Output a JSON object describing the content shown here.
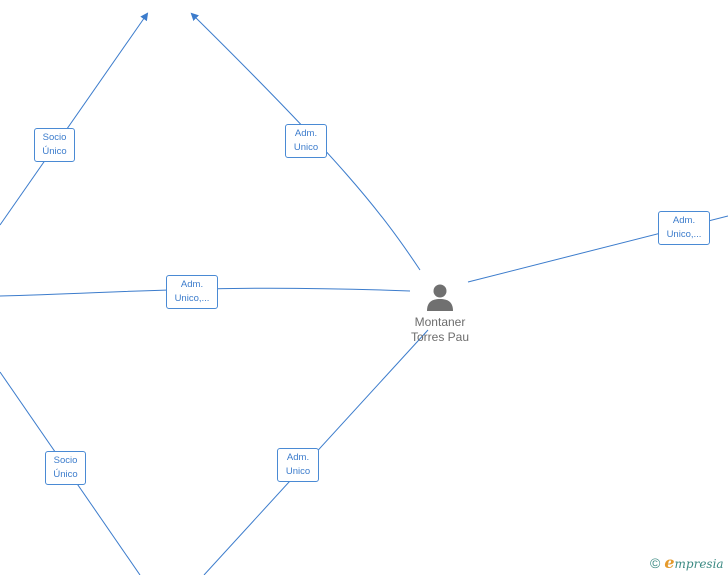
{
  "person": {
    "name_line1": "Montaner",
    "name_line2": "Torres Pau",
    "icon": "person-icon"
  },
  "relations": [
    {
      "line1": "Socio",
      "line2": "Único"
    },
    {
      "line1": "Adm.",
      "line2": "Unico"
    },
    {
      "line1": "Adm.",
      "line2": "Unico,..."
    },
    {
      "line1": "Adm.",
      "line2": "Unico,..."
    },
    {
      "line1": "Socio",
      "line2": "Único"
    },
    {
      "line1": "Adm.",
      "line2": "Unico"
    }
  ],
  "brand": {
    "copyright": "©",
    "initial": "e",
    "rest": "mpresia"
  },
  "colors": {
    "edge": "#3c7ccc",
    "label_border": "#4a8ad4",
    "person_icon": "#707070",
    "brand_teal": "#3d8b84",
    "brand_orange": "#e59a2c"
  }
}
